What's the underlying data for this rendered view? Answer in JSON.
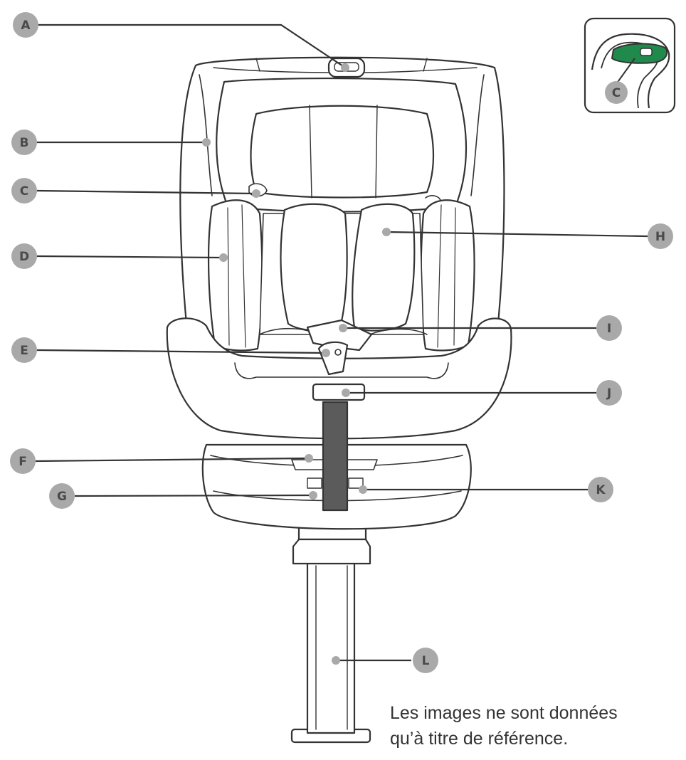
{
  "labels": {
    "A": "A",
    "B": "B",
    "C": "C",
    "D": "D",
    "E": "E",
    "F": "F",
    "G": "G",
    "H": "H",
    "I": "I",
    "J": "J",
    "K": "K",
    "L": "L",
    "inset": "C"
  },
  "caption": {
    "line1": "Les images ne sont données",
    "line2": "qu’à titre de référence."
  },
  "colors": {
    "outline": "#333333",
    "marker": "#a9a9a9",
    "highlight": "#1f8a4c",
    "belt": "#5b5b5b"
  }
}
